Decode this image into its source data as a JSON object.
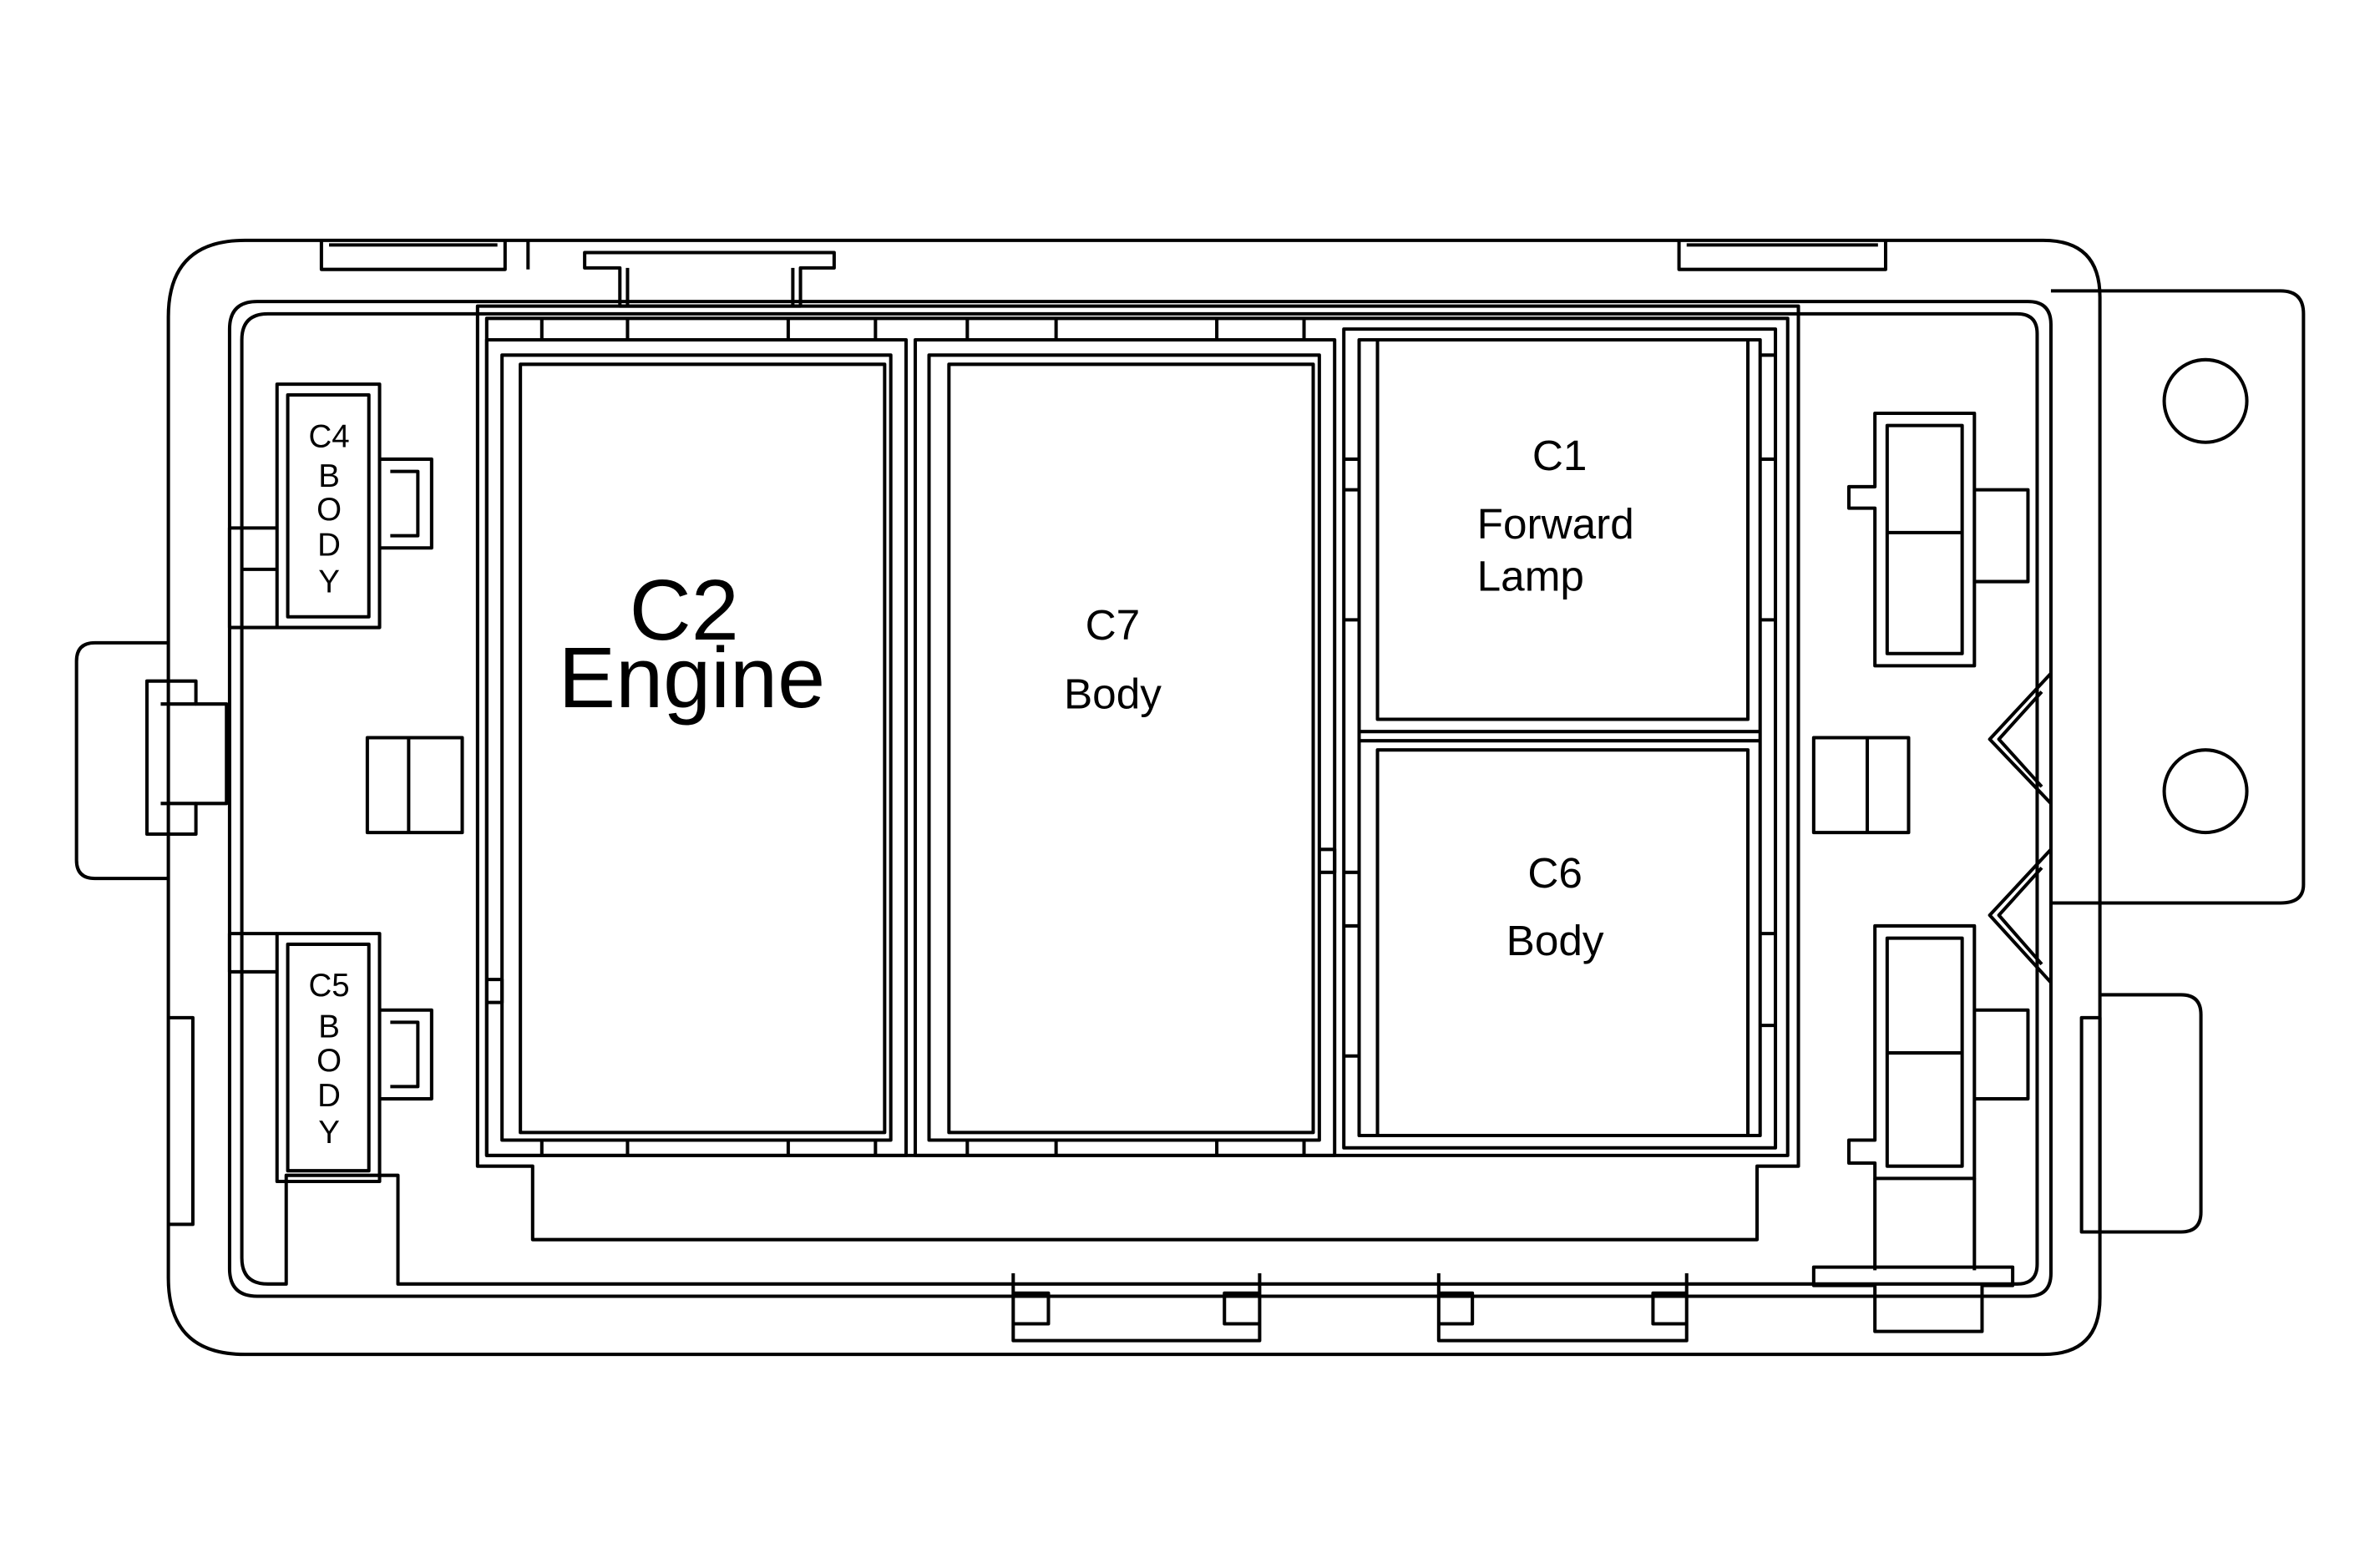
{
  "colors": {
    "stroke": "#000000",
    "background": "#ffffff"
  },
  "connectors": {
    "c2": {
      "id": "C2",
      "name": "Engine"
    },
    "c7": {
      "id": "C7",
      "name": "Body"
    },
    "c1": {
      "id": "C1",
      "name_line1": "Forward",
      "name_line2": "Lamp"
    },
    "c6": {
      "id": "C6",
      "name": "Body"
    },
    "c4": {
      "id": "C4",
      "letters": [
        "B",
        "O",
        "D",
        "Y"
      ]
    },
    "c5": {
      "id": "C5",
      "letters": [
        "B",
        "O",
        "D",
        "Y"
      ]
    }
  }
}
